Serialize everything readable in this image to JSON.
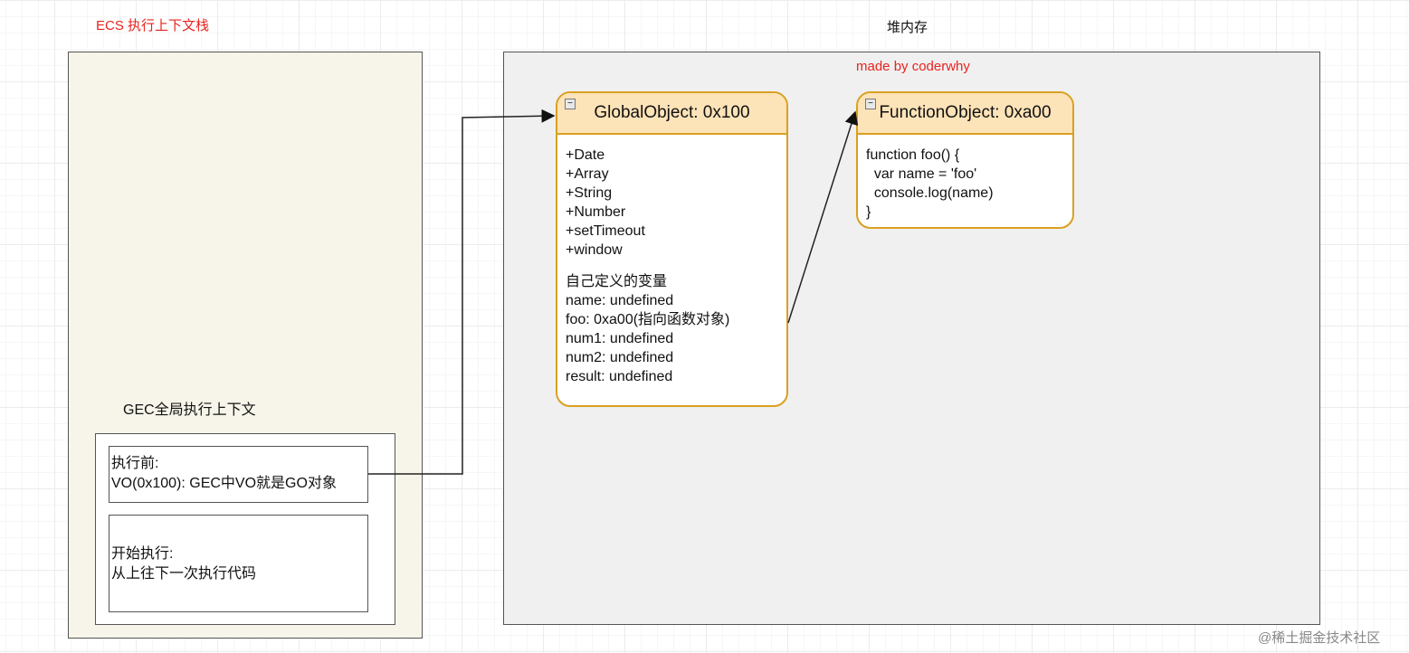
{
  "ecs": {
    "title": "ECS 执行上下文栈",
    "gec_label": "GEC全局执行上下文",
    "before": {
      "title": "执行前:",
      "text": "VO(0x100): GEC中VO就是GO对象"
    },
    "start": {
      "title": "开始执行:",
      "text": "从上往下一次执行代码"
    }
  },
  "heap": {
    "title": "堆内存",
    "credit": "made by coderwhy",
    "global_object": {
      "title": "GlobalObject: 0x100",
      "builtins": [
        "+Date",
        "+Array",
        "+String",
        "+Number",
        "+setTimeout",
        "+window"
      ],
      "custom_header": "自己定义的变量",
      "custom": [
        "name: undefined",
        "foo: 0xa00(指向函数对象)",
        "num1: undefined",
        "num2: undefined",
        "result: undefined"
      ]
    },
    "function_object": {
      "title": "FunctionObject: 0xa00",
      "code": [
        "function foo() {",
        "  var name = 'foo'",
        "  console.log(name)",
        "}"
      ]
    }
  },
  "watermark": "@稀土掘金技术社区",
  "colors": {
    "accent_red": "#e8231f",
    "object_border": "#d9a020",
    "object_header": "#fde3b8",
    "stack_fill": "#f7f5ea",
    "heap_fill": "#f0f0f0"
  }
}
